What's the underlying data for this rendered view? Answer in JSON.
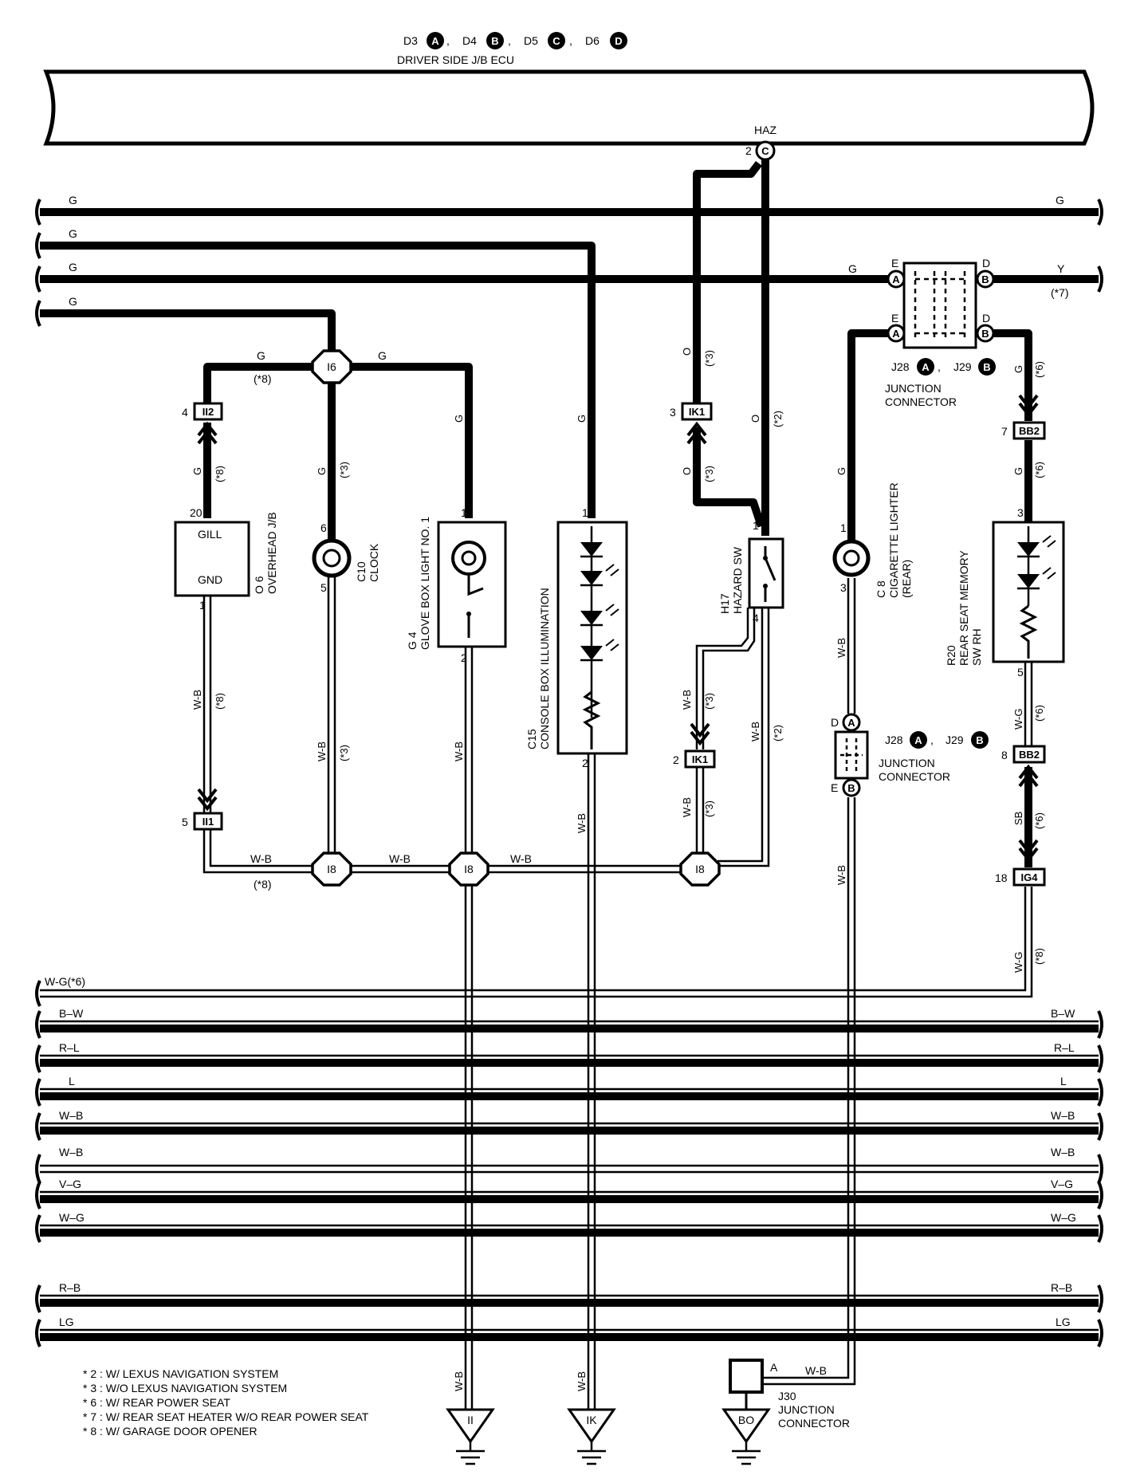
{
  "ecu": {
    "title": "DRIVER SIDE J/B ECU",
    "connectors": [
      {
        "code": "D3",
        "letter": "A"
      },
      {
        "code": "D4",
        "letter": "B"
      },
      {
        "code": "D5",
        "letter": "C"
      },
      {
        "code": "D6",
        "letter": "D"
      }
    ],
    "haz_label": "HAZ",
    "haz_pin": "2",
    "haz_letter": "C"
  },
  "top_wires": {
    "g1": "G",
    "g1_right": "G",
    "g2": "G",
    "g3": "G",
    "g3_mid": "G",
    "g3_right": "Y",
    "g3_right_note": "(*7)",
    "g4": "G"
  },
  "junction_connector_top": {
    "pins": {
      "e1": "E",
      "e2": "E",
      "d1": "D",
      "d2": "D",
      "a": "A",
      "b": "B"
    },
    "label_j28": "J28",
    "label_j29": "J29",
    "line1": "JUNCTION",
    "line2": "CONNECTOR"
  },
  "junction_connector_mid": {
    "pins": {
      "d": "D",
      "e": "E",
      "a": "A",
      "b": "B"
    },
    "label_j28": "J28",
    "label_j29": "J29",
    "line1": "JUNCTION",
    "line2": "CONNECTOR"
  },
  "splices": {
    "i6": "I6",
    "i8": "I8"
  },
  "wire_labels": {
    "g_left": "G",
    "note8_left": "(*8)",
    "g_right": "G",
    "g_glove": "G",
    "g_console": "G",
    "o_hazard_up": "O",
    "note3_hazard_up": "(*3)",
    "o_hazard_low": "O",
    "note3_hazard_low": "(*3)",
    "o_hazard_right": "O",
    "note2_hazard_right": "(*2)",
    "g_ii2": "G",
    "note8_ii2": "(*8)",
    "g_clock": "G",
    "note3_clock": "(*3)",
    "g_cig": "G",
    "g_bb2": "G",
    "note6_bb2": "(*6)",
    "g_bb2_low": "G",
    "note6_bb2_low": "(*6)",
    "wb_ii1": "W-B",
    "note8_ii1": "(*8)",
    "wb_clock": "W-B",
    "note3_clock_low": "(*3)",
    "wb_glove": "W-B",
    "wb_console": "W-B",
    "wb_hazard": "W-B",
    "note3_hazard_wb": "(*3)",
    "wb_hazard_r": "W-B",
    "note2_hazard_wb": "(*2)",
    "wb_ik1_low": "W-B",
    "note3_ik1_low": "(*3)",
    "wb_cig": "W-B",
    "wg_r20": "W-G",
    "note6_r20": "(*6)",
    "sb": "SB",
    "note6_sb": "(*6)",
    "wg_ig4": "W-G",
    "note8_ig4": "(*8)",
    "wb_s1": "W-B",
    "note8_s1": "(*8)",
    "wb_s2": "W-B",
    "wb_s3": "W-B",
    "wb_ground1": "W-B",
    "wb_ground2": "W-B",
    "wb_j30": "W-B"
  },
  "connectors": {
    "ii2": {
      "id": "II2",
      "pin": "4"
    },
    "ii1": {
      "id": "II1",
      "pin": "5"
    },
    "ik1_top": {
      "id": "IK1",
      "pin": "3"
    },
    "ik1_bot": {
      "id": "IK1",
      "pin": "2"
    },
    "bb2_top": {
      "id": "BB2",
      "pin": "7"
    },
    "bb2_bot": {
      "id": "BB2",
      "pin": "8"
    },
    "ig4": {
      "id": "IG4",
      "pin": "18"
    }
  },
  "components": {
    "overhead": {
      "code": "O 6",
      "name": "OVERHEAD J/B",
      "term1": "GILL",
      "term2": "GND",
      "pin_top": "20",
      "pin_bot": "1"
    },
    "clock": {
      "code": "C10",
      "name": "CLOCK",
      "pin_top": "6",
      "pin_bot": "5"
    },
    "glove": {
      "code": "G 4",
      "name": "GLOVE BOX LIGHT NO. 1",
      "pin_top": "1",
      "pin_bot": "2"
    },
    "console": {
      "code": "C15",
      "name": "CONSOLE BOX ILLUMINATION",
      "pin_top": "1",
      "pin_bot": "2"
    },
    "hazard": {
      "code": "H17",
      "name": "HAZARD SW",
      "pin_top": "1",
      "pin_bot": "4"
    },
    "cig": {
      "code": "C 8",
      "name": "CIGARETTE LIGHTER",
      "name2": "(REAR)",
      "pin_top": "1",
      "pin_bot": "3"
    },
    "rear_seat": {
      "code": "R20",
      "name": "REAR SEAT MEMORY",
      "name2": "SW RH",
      "pin_top": "3",
      "pin_bot": "5"
    }
  },
  "bus_lines": [
    {
      "left": "W-G(*6)",
      "right": ""
    },
    {
      "left": "B–W",
      "right": "B–W"
    },
    {
      "left": "R–L",
      "right": "R–L"
    },
    {
      "left": "L",
      "right": "L"
    },
    {
      "left": "W–B",
      "right": "W–B"
    },
    {
      "left": "W–B",
      "right": "W–B"
    },
    {
      "left": "V–G",
      "right": "V–G"
    },
    {
      "left": "W–G",
      "right": "W–G"
    },
    {
      "left": "R–B",
      "right": "R–B"
    },
    {
      "left": "LG",
      "right": "LG"
    }
  ],
  "grounds": {
    "ii": "II",
    "ik": "IK",
    "bo": "BO"
  },
  "j30": {
    "code": "J30",
    "line1": "JUNCTION",
    "line2": "CONNECTOR",
    "pin": "A"
  },
  "notes": [
    "* 2 : W/ LEXUS NAVIGATION SYSTEM",
    "* 3 : W/O LEXUS NAVIGATION SYSTEM",
    "* 6 : W/ REAR POWER SEAT",
    "* 7 : W/ REAR SEAT HEATER W/O REAR POWER SEAT",
    "* 8 : W/ GARAGE DOOR OPENER"
  ]
}
